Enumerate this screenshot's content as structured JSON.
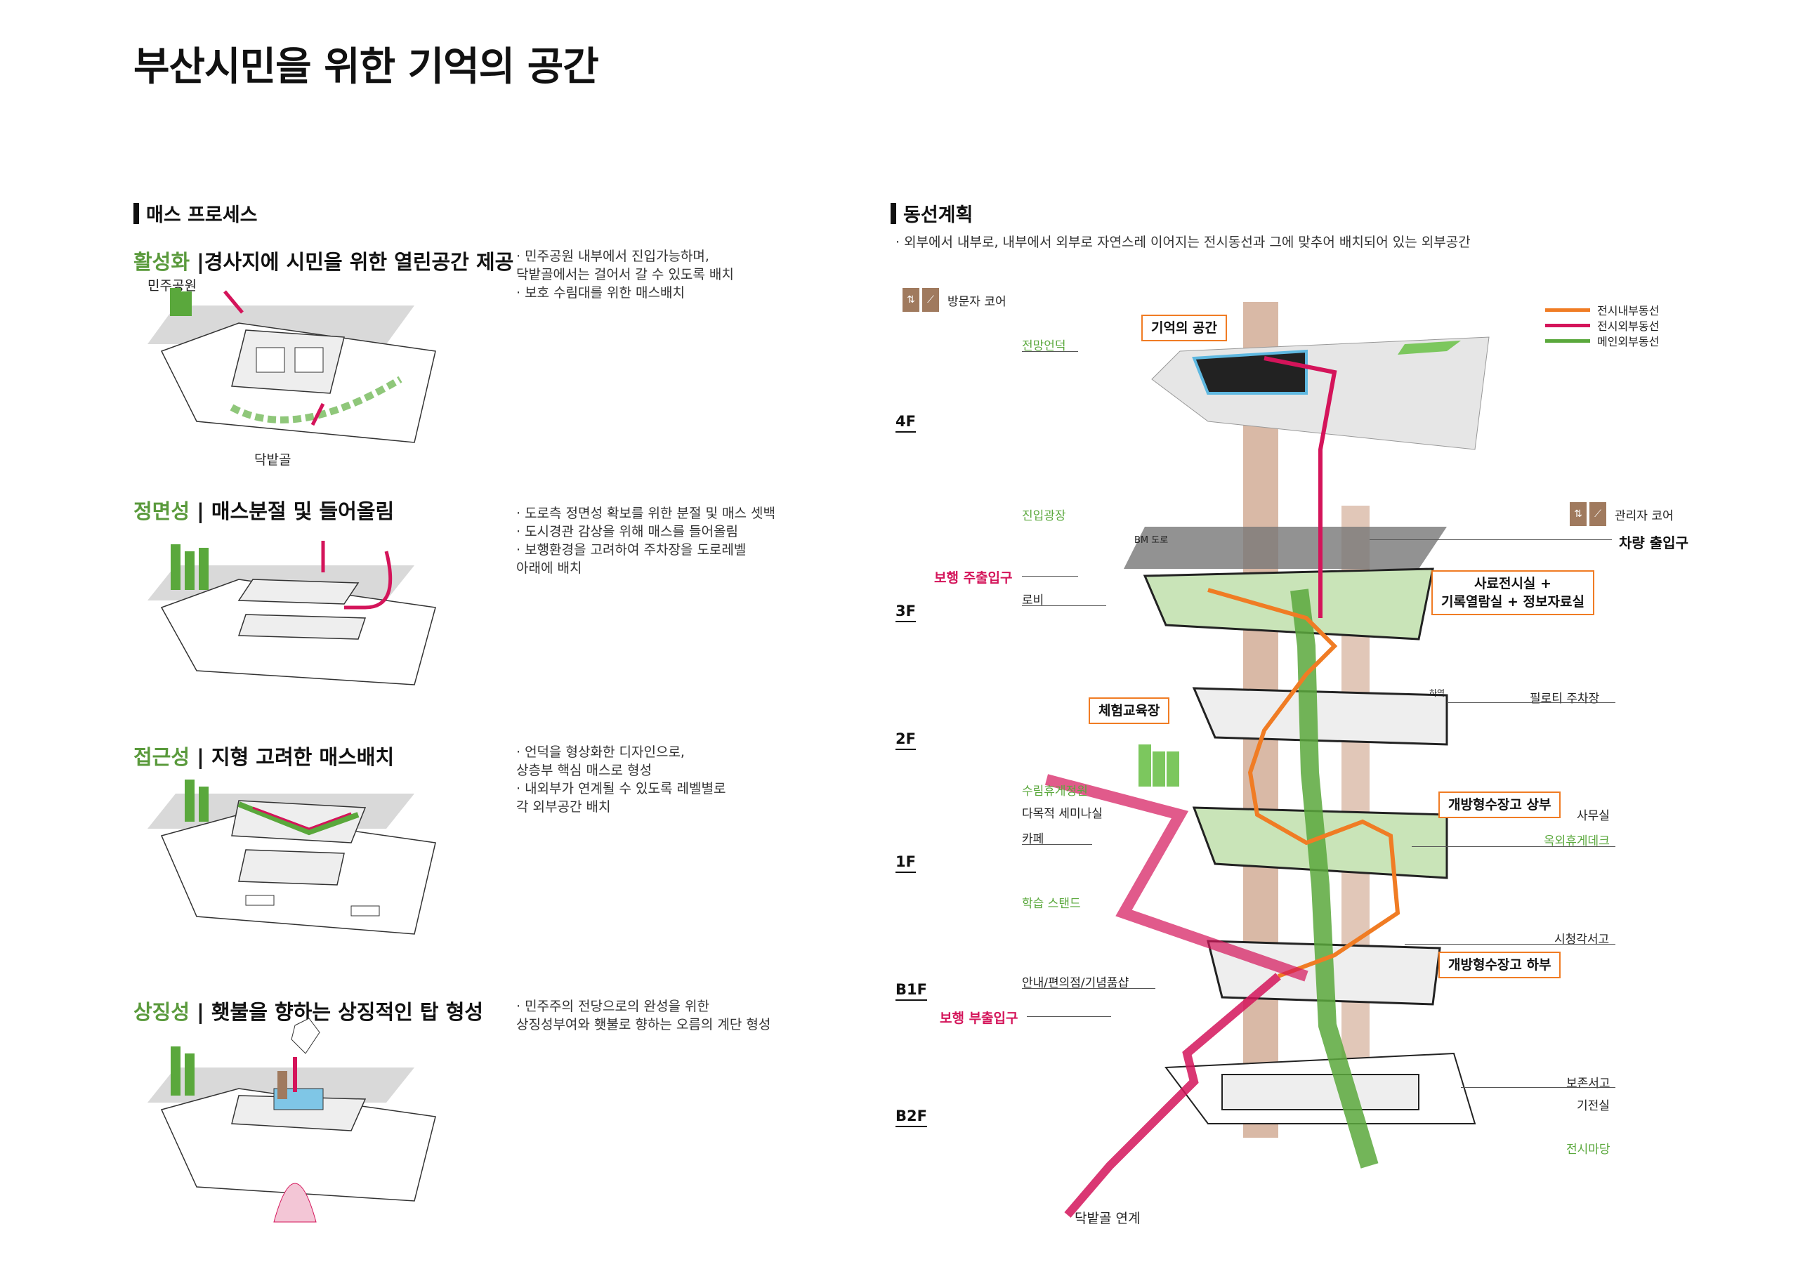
{
  "title": "부산시민을 위한 기억의 공간",
  "mass_process": {
    "heading": "매스 프로세스",
    "stages": [
      {
        "keyword": "활성화",
        "title": " |경사지에 시민을 위한 열린공간 제공",
        "desc": "· 민주공원 내부에서 진입가능하며,\n  닥밭골에서는 걸어서 갈 수 있도록 배치\n· 보호 수림대를 위한 매스배치",
        "labels": [
          "민주공원",
          "닥밭골"
        ]
      },
      {
        "keyword": "정면성",
        "title": " | 매스분절 및 들어올림",
        "desc": "· 도로측 정면성 확보를 위한 분절 및 매스 셋백\n· 도시경관 감상을 위해 매스를 들어올림\n· 보행환경을 고려하여 주차장을 도로레벨\n  아래에 배치"
      },
      {
        "keyword": "접근성",
        "title": " | 지형 고려한 매스배치",
        "desc": "· 언덕을 형상화한 디자인으로,\n  상층부 핵심 매스로 형성\n· 내외부가 연계될 수 있도록 레벨별로\n  각 외부공간 배치"
      },
      {
        "keyword": "상징성",
        "title": " | 횃불을 향하는 상징적인 탑 형성",
        "desc": "· 민주주의 전당으로의 완성을 위한\n  상징성부여와 횃불로 향하는 오름의 계단 형성"
      }
    ]
  },
  "circulation": {
    "heading": "동선계획",
    "intro": "· 외부에서 내부로, 내부에서 외부로 자연스레 이어지는 전시동선과 그에 맞추어 배치되어 있는 외부공간",
    "legend": [
      {
        "label": "전시내부동선",
        "color": "#f07c24"
      },
      {
        "label": "전시외부동선",
        "color": "#d4145a"
      },
      {
        "label": "메인외부동선",
        "color": "#5aa83c"
      }
    ],
    "floors": [
      "4F",
      "3F",
      "2F",
      "1F",
      "B1F",
      "B2F"
    ],
    "cores": {
      "visitor": "방문자 코어",
      "manager": "관리자 코어"
    },
    "boxes": {
      "memory": "기억의 공간",
      "archive": "사료전시실 +\n기록열람실 + 정보자료실",
      "experience": "체험교육장",
      "tank_top": "개방형수장고 상부",
      "tank_bottom": "개방형수장고 하부"
    },
    "labels": {
      "observatory_hill": "전망언덕",
      "entry_plaza": "진입광장",
      "road": "BM 도로",
      "main_entry": "보행 주출입구",
      "lobby": "로비",
      "vehicle_entry": "차량 출입구",
      "piloti": "필로티 주차장",
      "unload": "하역",
      "forest_garden": "수림휴게정원",
      "seminar": "다목적 세미나실",
      "cafe": "카페",
      "office": "사무실",
      "outdoor_deck": "옥외휴게데크",
      "learning_stand": "학습 스탠드",
      "av_stack": "시청각서고",
      "info_shop": "안내/편의점/기념품샵",
      "sub_entry": "보행 부출입구",
      "preserve_stack": "보존서고",
      "machine_room": "기전실",
      "exhibit_yard": "전시마당",
      "dakbatgol_link": "닥밭골 연계"
    }
  }
}
